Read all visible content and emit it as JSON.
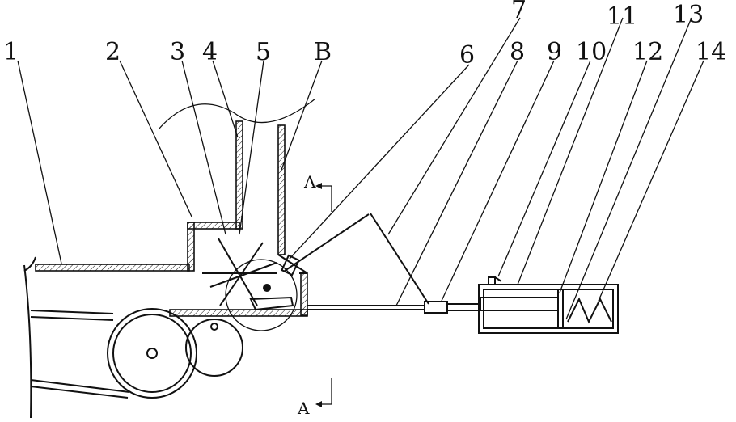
{
  "labels": [
    {
      "id": "label-1",
      "text": "1"
    },
    {
      "id": "label-2",
      "text": "2"
    },
    {
      "id": "label-3",
      "text": "3"
    },
    {
      "id": "label-4",
      "text": "4"
    },
    {
      "id": "label-5",
      "text": "5"
    },
    {
      "id": "label-b",
      "text": "B"
    },
    {
      "id": "label-6",
      "text": "6"
    },
    {
      "id": "label-7",
      "text": "7"
    },
    {
      "id": "label-8",
      "text": "8"
    },
    {
      "id": "label-9",
      "text": "9"
    },
    {
      "id": "label-10",
      "text": "10"
    },
    {
      "id": "label-11",
      "text": "11"
    },
    {
      "id": "label-12",
      "text": "12"
    },
    {
      "id": "label-13",
      "text": "13"
    },
    {
      "id": "label-14",
      "text": "14"
    }
  ],
  "section_marks": {
    "top": "A",
    "bottom": "A"
  },
  "colors": {
    "line": "#111111",
    "background": "#ffffff"
  }
}
